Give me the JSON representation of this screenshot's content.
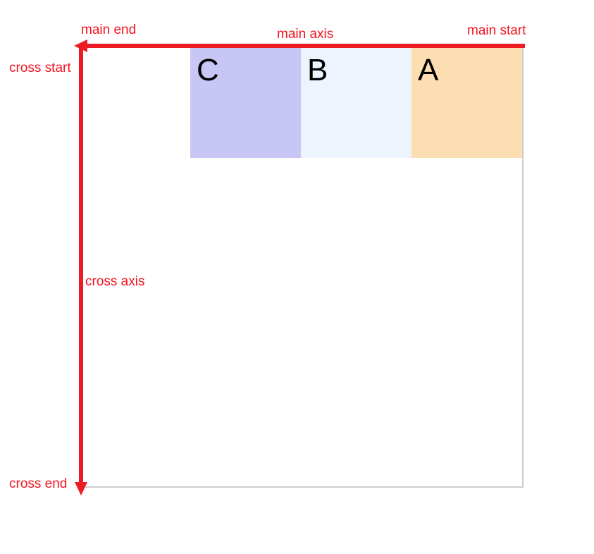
{
  "labels": {
    "main_end": "main end",
    "main_axis": "main axis",
    "main_start": "main start",
    "cross_start": "cross start",
    "cross_axis": "cross axis",
    "cross_end": "cross end"
  },
  "items": [
    {
      "label": "A",
      "color": "#fbdfb2"
    },
    {
      "label": "B",
      "color": "#eef4fe"
    },
    {
      "label": "C",
      "color": "#c8c6f4"
    }
  ],
  "colors": {
    "arrow": "#ed1c24",
    "label_text": "#f31320",
    "container_border": "#cccccc",
    "item_text": "#000000"
  }
}
